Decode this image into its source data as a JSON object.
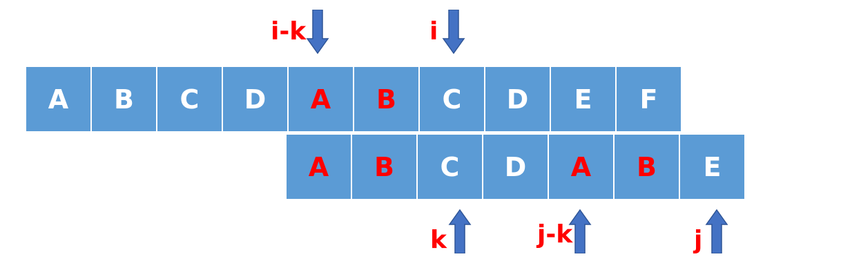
{
  "top_row": {
    "cells": [
      {
        "letter": "A",
        "highlight": false
      },
      {
        "letter": "B",
        "highlight": false
      },
      {
        "letter": "C",
        "highlight": false
      },
      {
        "letter": "D",
        "highlight": false
      },
      {
        "letter": "A",
        "highlight": true
      },
      {
        "letter": "B",
        "highlight": true
      },
      {
        "letter": "C",
        "highlight": false
      },
      {
        "letter": "D",
        "highlight": false
      },
      {
        "letter": "E",
        "highlight": false
      },
      {
        "letter": "F",
        "highlight": false
      }
    ]
  },
  "bottom_row": {
    "cells": [
      {
        "letter": "A",
        "highlight": true
      },
      {
        "letter": "B",
        "highlight": true
      },
      {
        "letter": "C",
        "highlight": false
      },
      {
        "letter": "D",
        "highlight": false
      },
      {
        "letter": "A",
        "highlight": true
      },
      {
        "letter": "B",
        "highlight": true
      },
      {
        "letter": "E",
        "highlight": false
      }
    ]
  },
  "markers": {
    "i_minus_k": {
      "label": "i-k",
      "direction": "down"
    },
    "i": {
      "label": "i",
      "direction": "down"
    },
    "k": {
      "label": "k",
      "direction": "up"
    },
    "j_minus_k": {
      "label": "j-k",
      "direction": "up"
    },
    "j": {
      "label": "j",
      "direction": "up"
    }
  },
  "colors": {
    "cell_fill": "#5b9bd5",
    "cell_text": "#ffffff",
    "highlight_text": "#ff0000",
    "label_text": "#ff0000",
    "arrow_fill": "#4472c4"
  }
}
